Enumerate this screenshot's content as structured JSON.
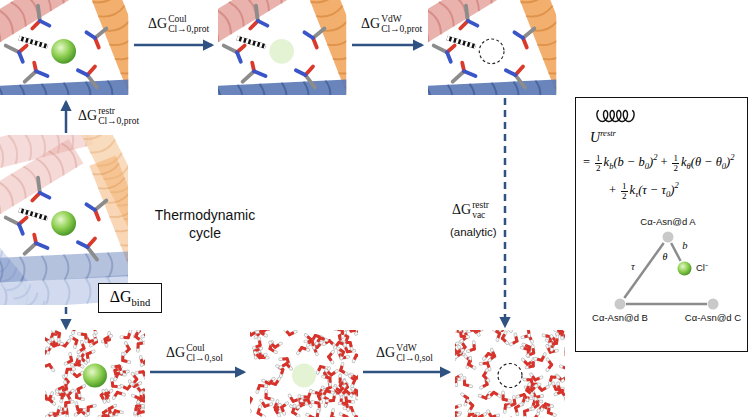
{
  "diagram": {
    "nodes": [
      {
        "text": [
          "U",
          "restr",
          "=",
          "1",
          "2",
          "k",
          "b",
          "(b − b",
          "0",
          ")",
          "2",
          "+",
          "1",
          "2",
          "k",
          "θ",
          "(θ − θ",
          "0",
          ")",
          "2",
          "+",
          "1",
          "2",
          "k",
          "τ",
          "(τ − τ",
          "0",
          ")",
          "2",
          "θ"
        ]
      },
      {
        "text": [
          "Cα-Asn@d A"
        ],
        "in": 0
      },
      {
        "text": [
          "Cl⁻"
        ],
        "in": 0
      },
      {
        "text": [
          "Cα-Asn@d B"
        ],
        "in": 0
      },
      {
        "text": [
          "Cα-Asn@d C"
        ],
        "in": 0
      },
      {
        "text": [
          "ΔG",
          "bind"
        ]
      }
    ],
    "edges": [
      {
        "from": 1,
        "to": 2,
        "arrow": "none",
        "label": "b"
      },
      {
        "from": 1,
        "to": 3,
        "arrow": "none",
        "label": "τ"
      },
      {
        "from": 3,
        "to": 4,
        "arrow": "none"
      }
    ],
    "labels": [
      "ΔG",
      "Coul",
      "Cl→0,prot",
      "ΔG",
      "VdW",
      "Cl→0,prot",
      "ΔG",
      "restr",
      "Cl→0,prot",
      "Thermodynamic cycle",
      "ΔG",
      "restr",
      "vac",
      "(analytic)",
      "ΔG",
      "Coul",
      "Cl→0,sol",
      "ΔG",
      "VdW",
      "Cl→0,sol"
    ]
  }
}
